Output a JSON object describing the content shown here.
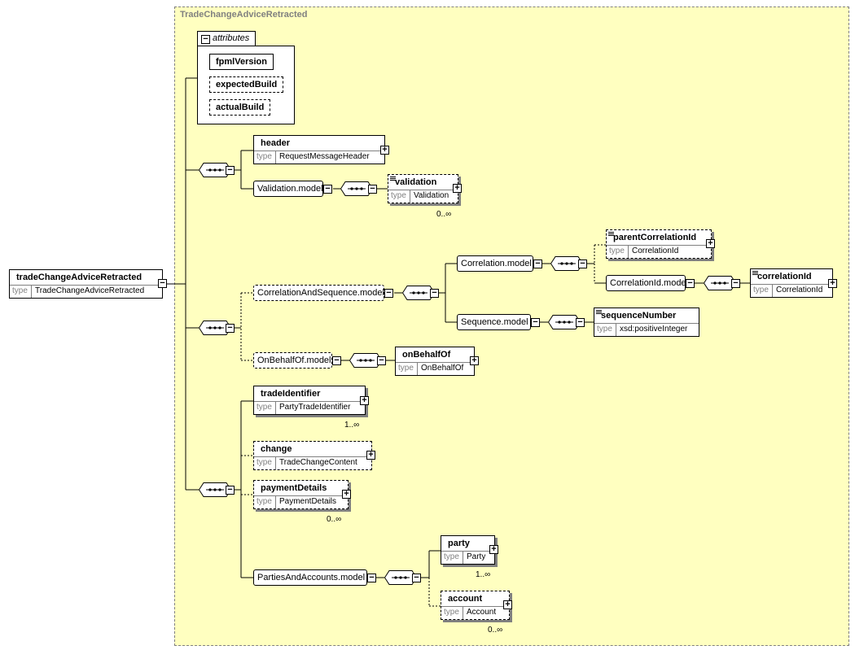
{
  "diagram": {
    "complex_type": "TradeChangeAdviceRetracted",
    "type_key": "type",
    "root": {
      "name": "tradeChangeAdviceRetracted",
      "type": "TradeChangeAdviceRetracted"
    },
    "attributes": {
      "label": "attributes",
      "items": [
        "fpmlVersion",
        "expectedBuild",
        "actualBuild"
      ]
    },
    "header": {
      "name": "header",
      "type": "RequestMessageHeader"
    },
    "validation_model": "Validation.model",
    "validation": {
      "name": "validation",
      "type": "Validation",
      "cardinality": "0..∞"
    },
    "correlation_and_sequence_model": "CorrelationAndSequence.model",
    "correlation_model": "Correlation.model",
    "parent_correlation_id": {
      "name": "parentCorrelationId",
      "type": "CorrelationId"
    },
    "correlation_id_model": "CorrelationId.model",
    "correlation_id": {
      "name": "correlationId",
      "type": "CorrelationId"
    },
    "sequence_model": "Sequence.model",
    "sequence_number": {
      "name": "sequenceNumber",
      "type": "xsd:positiveInteger"
    },
    "on_behalf_of_model": "OnBehalfOf.model",
    "on_behalf_of": {
      "name": "onBehalfOf",
      "type": "OnBehalfOf"
    },
    "trade_identifier": {
      "name": "tradeIdentifier",
      "type": "PartyTradeIdentifier",
      "cardinality": "1..∞"
    },
    "change": {
      "name": "change",
      "type": "TradeChangeContent"
    },
    "payment_details": {
      "name": "paymentDetails",
      "type": "PaymentDetails",
      "cardinality": "0..∞"
    },
    "parties_and_accounts_model": "PartiesAndAccounts.model",
    "party": {
      "name": "party",
      "type": "Party",
      "cardinality": "1..∞"
    },
    "account": {
      "name": "account",
      "type": "Account",
      "cardinality": "0..∞"
    }
  }
}
